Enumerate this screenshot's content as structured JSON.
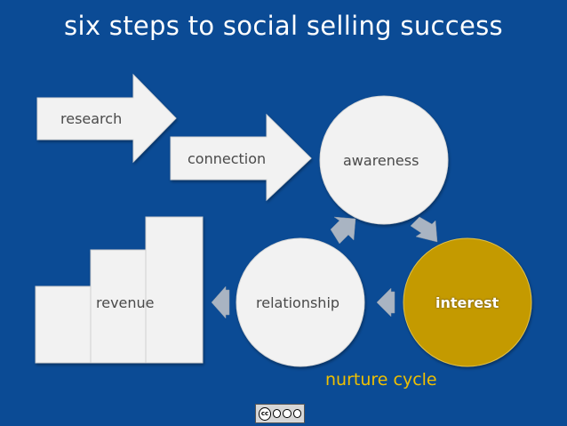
{
  "title": "six steps to social selling success",
  "steps": {
    "research": "research",
    "connection": "connection",
    "awareness": "awareness",
    "interest": "interest",
    "relationship": "relationship",
    "revenue": "revenue"
  },
  "cycle_caption": "nurture cycle",
  "license_badge": "creative-commons-by-nc-sa",
  "colors": {
    "background": "#0b4b95",
    "shape_fill": "#f2f2f2",
    "interest_fill": "#c49a00",
    "caption": "#f0c000",
    "cycle_arrow": "#a9b4c2"
  }
}
